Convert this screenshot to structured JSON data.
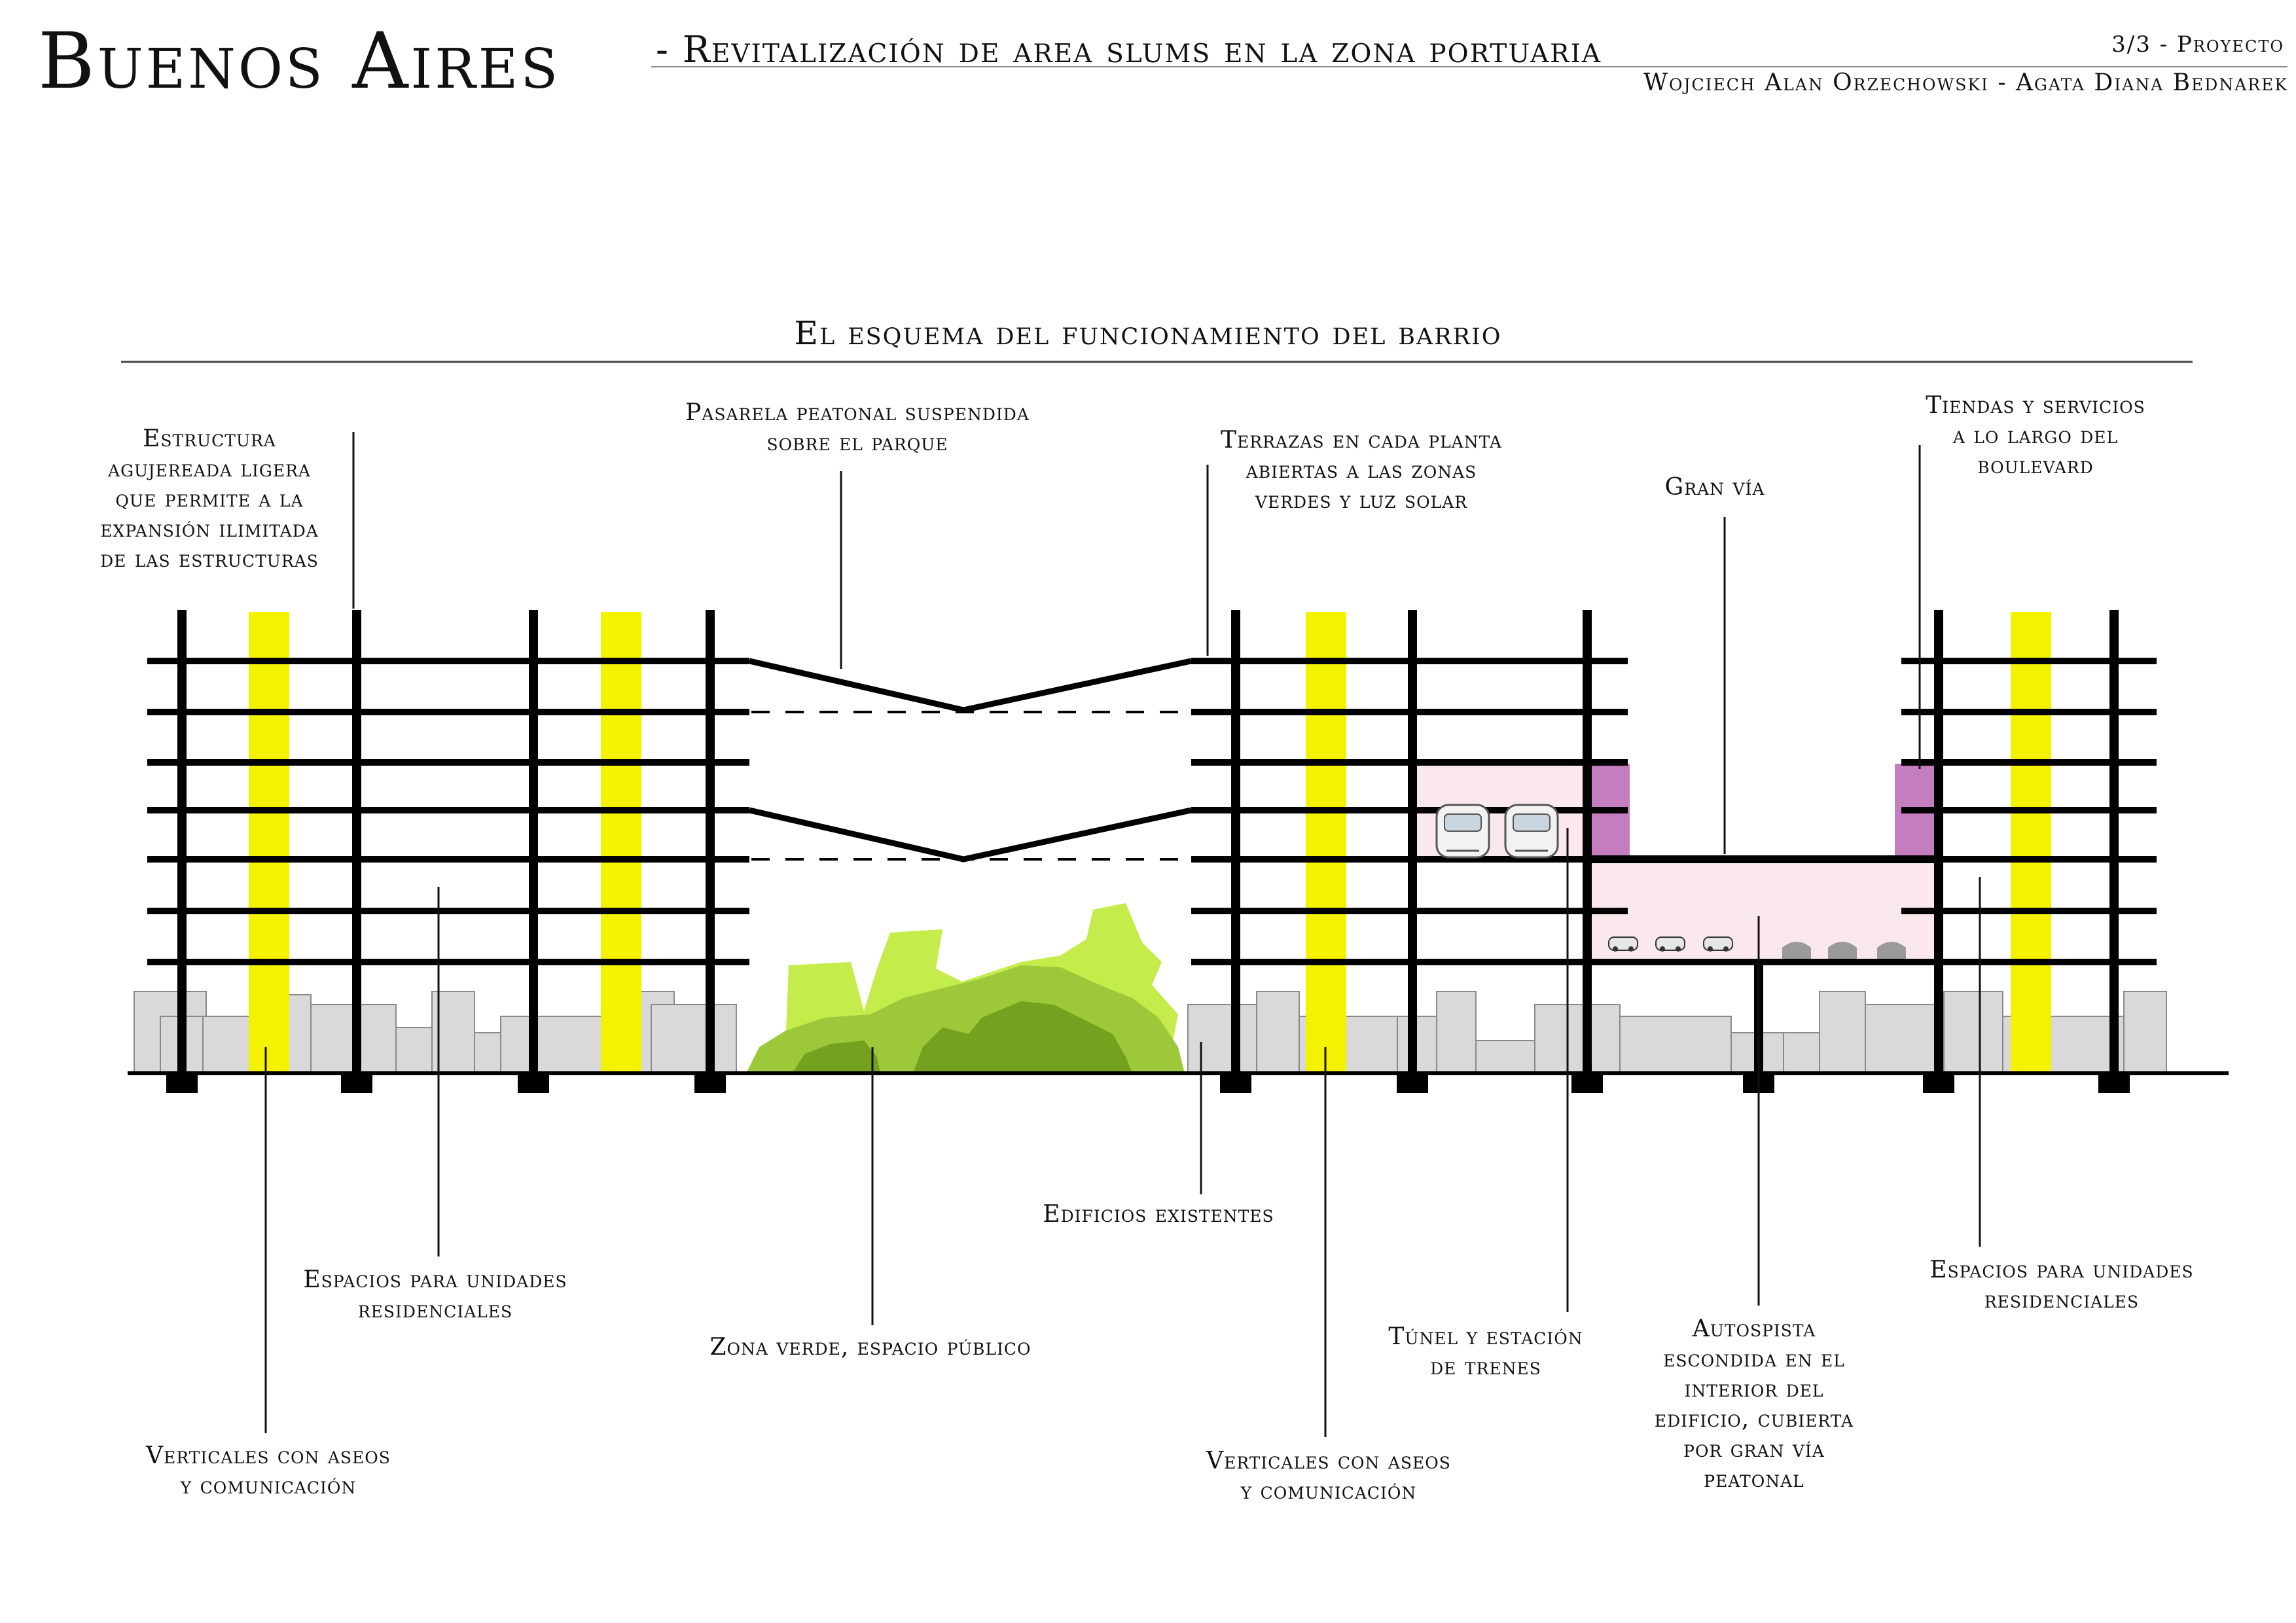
{
  "header": {
    "title": "Buenos Aires",
    "subtitle": "- Revitalización de area slums en la zona portuaria",
    "sheet": "3/3 - Proyecto",
    "authors": "Wojciech Alan Orzechowski - Agata Diana Bednarek"
  },
  "diagram": {
    "title": "El esquema del funcionamiento del barrio",
    "labels": {
      "estructura": "Estructura\nagujereada ligera\nque permite a la\nexpansión ilimitada\nde las estructuras",
      "pasarela": "Pasarela peatonal suspendida\nsobre el parque",
      "terrazas": "Terrazas en cada planta\nabiertas a las zonas\nverdes y luz solar",
      "gran_via": "Gran vía",
      "tiendas": "Tiendas y servicios\na lo largo del\nboulevard",
      "edificios": "Edificios existentes",
      "espacios_left": "Espacios para unidades\nresidenciales",
      "zona_verde": "Zona verde, espacio público",
      "verticales_left": "Verticales con aseos\ny comunicación",
      "verticales_mid": "Verticales con aseos\ny comunicación",
      "tunel": "Túnel y estación\nde trenes",
      "autopista": "Autospista\nescondida en el\ninterior del\nedificio, cubierta\npor gran vía\npeatonal",
      "espacios_right": "Espacios para unidades\nresidenciales"
    },
    "colors": {
      "structure": "#000000",
      "core": "#f5f200",
      "existing": "#d9d9d9",
      "tunnel": "#fbe8ec",
      "shops": "#c47ec0",
      "green_light": "#c4ec4a",
      "green_mid": "#9cc83a",
      "green_dark": "#74a11e"
    }
  }
}
